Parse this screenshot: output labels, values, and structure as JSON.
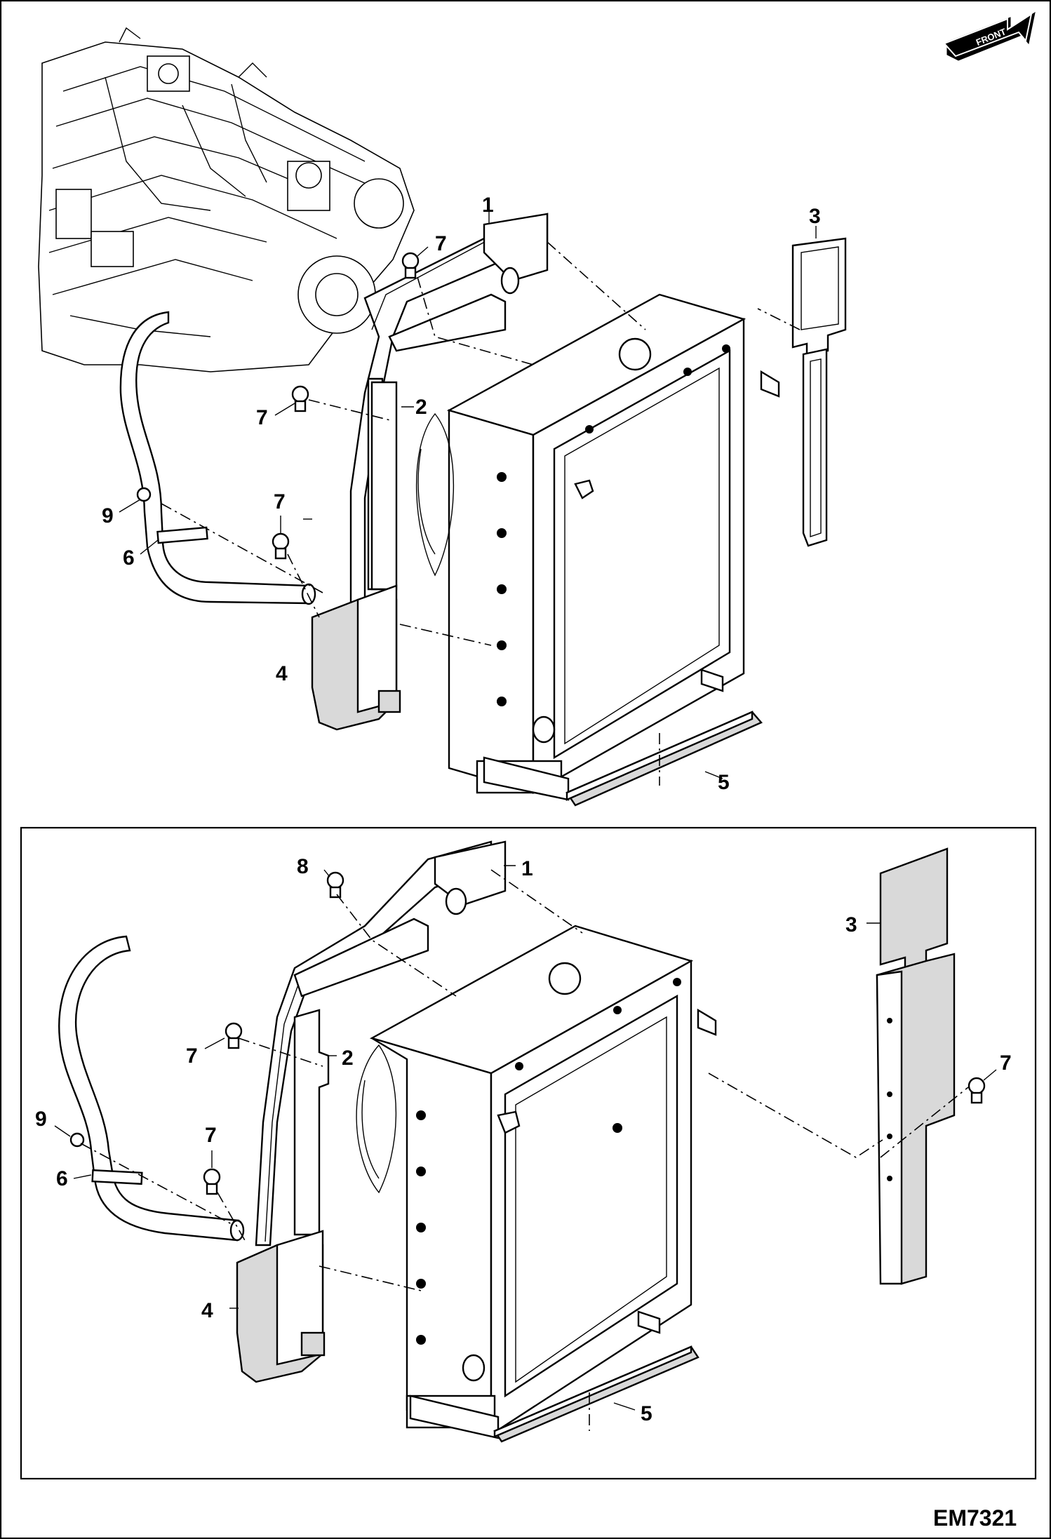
{
  "drawing_code": "EM7321",
  "front_arrow_label": "FRONT",
  "callouts_top": {
    "c1": "1",
    "c2": "2",
    "c3": "3",
    "c4": "4",
    "c5": "5",
    "c6": "6",
    "c7a": "7",
    "c7b": "7",
    "c7c": "7",
    "c9": "9"
  },
  "callouts_bottom": {
    "c1": "1",
    "c2": "2",
    "c3": "3",
    "c4": "4",
    "c5": "5",
    "c6": "6",
    "c7a": "7",
    "c7b": "7",
    "c7c": "7",
    "c8": "8",
    "c9": "9"
  }
}
